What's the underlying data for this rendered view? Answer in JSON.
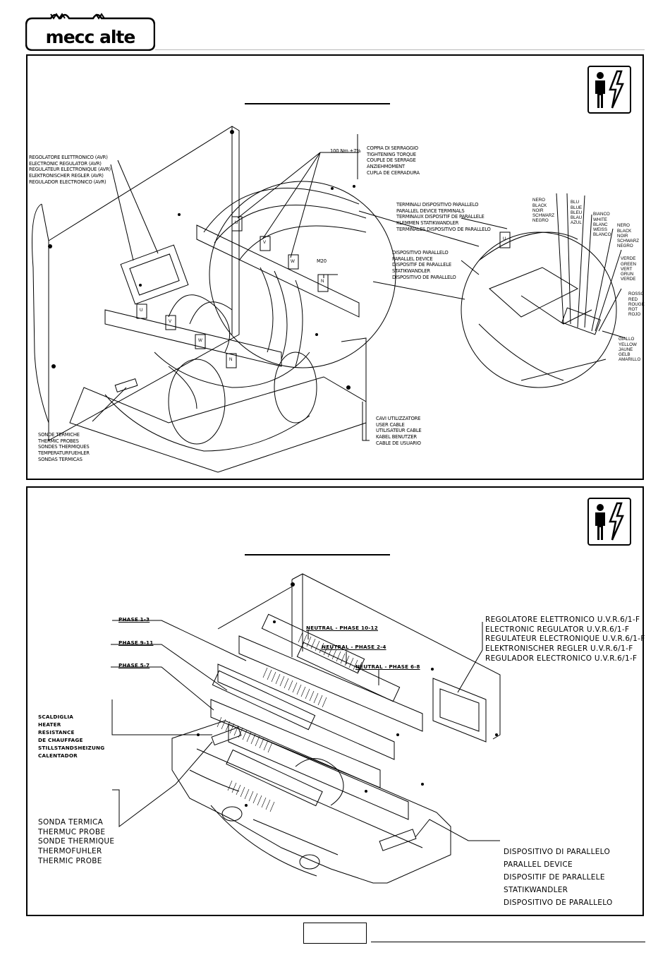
{
  "logo": {
    "text": "mecc alte"
  },
  "panel1": {
    "label_avr": [
      "REGOLATORE ELETTRONICO (AVR)",
      "ELECTRONIC REGULATOR (AVR)",
      "REGULATEUR ELECTRONIQUE (AVR)",
      "ELEKTRONISCHER REGLER (AVR)",
      "REGULADOR ELECTRONICO (AVR)"
    ],
    "label_torque_value": "100 Nm ±7%",
    "label_torque": [
      "COPPIA DI SERRAGGIO",
      "TIGHTENING TORQUE",
      "COUPLE DE SERRAGE",
      "ANZIEHMOMENT",
      "CUPLA DE CERRADURA"
    ],
    "label_parallel_terminals": [
      "TERMINALI DISPOSITIVO PARALLELO",
      "PARALLEL DEVICE TERMINALS",
      "TERMINAUX DISPOSITIF DE PARALLELE",
      "KLEMMEN STATIKWANDLER",
      "TERMINALES DISPOSITIVO DE PARALLELO"
    ],
    "label_parallel_device": [
      "DISPOSITIVO PARALLELO",
      "PARALLEL DEVICE",
      "DISPOSITIF DE PARALLELE",
      "STATIKWANDLER",
      "DISPOSITIVO DE PARALLELO"
    ],
    "label_thermic": [
      "SONDE TERMICHE",
      "THERMIC PROBES",
      "SONDES THERMIQUES",
      "TEMPERATURFUEHLER",
      "SONDAS TERMICAS"
    ],
    "label_cable": [
      "CAVI UTILIZZATORE",
      "USER CABLE",
      "UTILISATEUR CABLE",
      "KABEL BENUTZER",
      "CABLE DE USUARIO"
    ],
    "label_m20": "M20",
    "colors_black": [
      "NERO",
      "BLACK",
      "NOIR",
      "SCHWARZ",
      "NEGRO"
    ],
    "colors_blue": [
      "BLU",
      "BLUE",
      "BLEU",
      "BLAU",
      "AZUL"
    ],
    "colors_white": [
      "BIANCO",
      "WHITE",
      "BLANC",
      "WEISS",
      "BLANCO"
    ],
    "colors_black2": [
      "NERO",
      "BLACK",
      "NOIR",
      "SCHWARZ",
      "NEGRO"
    ],
    "colors_green": [
      "VERDE",
      "GREEN",
      "VERT",
      "GRUN",
      "VERDE"
    ],
    "colors_red": [
      "ROSSO",
      "RED",
      "ROUGE",
      "ROT",
      "ROJO"
    ],
    "colors_yellow": [
      "GIALLO",
      "YELLOW",
      "JAUNE",
      "GELB",
      "AMARILLO"
    ],
    "terminals": [
      "U",
      "V",
      "W",
      "N",
      "U",
      "V",
      "W",
      "N",
      "U"
    ]
  },
  "panel2": {
    "phase_1_3": "PHASE 1-3",
    "phase_9_11": "PHASE 9-11",
    "phase_5_7": "PHASE 5-7",
    "neutral_10_12": "NEUTRAL - PHASE 10-12",
    "neutral_2_4": "NEUTRAL - PHASE 2-4",
    "neutral_6_8": "NEUTRAL - PHASE 6-8",
    "label_avr": [
      "REGOLATORE ELETTRONICO U.V.R.6/1-F",
      "ELECTRONIC REGULATOR U.V.R.6/1-F",
      "REGULATEUR ELECTRONIQUE U.V.R.6/1-F",
      "ELEKTRONISCHER REGLER U.V.R.6/1-F",
      "REGULADOR ELECTRONICO U.V.R.6/1-F"
    ],
    "label_heater": [
      "SCALDIGLIA",
      "HEATER",
      "RESISTANCE",
      "DE CHAUFFAGE",
      "STILLSTANDSHEIZUNG",
      "CALENTADOR"
    ],
    "label_probe": [
      "SONDA TERMICA",
      "THERMUC PROBE",
      "SONDE THERMIQUE",
      "THERMOFUHLER",
      "THERMIC PROBE"
    ],
    "label_parallel": [
      "DISPOSITIVO DI PARALLELO",
      "PARALLEL DEVICE",
      "DISPOSITIF DE PARALLELE",
      "STATIKWANDLER",
      "DISPOSITIVO DE PARALLELO"
    ]
  }
}
